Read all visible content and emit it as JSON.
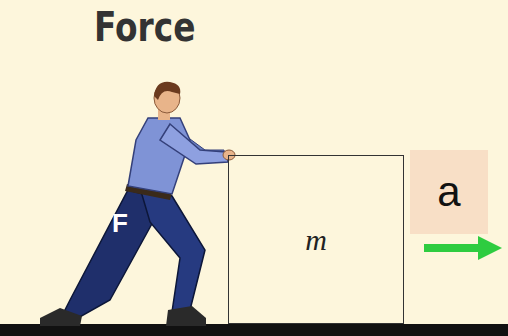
{
  "diagram": {
    "title": "Force",
    "nodes": [
      {
        "text": [
          "m"
        ]
      },
      {
        "text": [
          "a"
        ]
      }
    ],
    "labels": [
      "F"
    ]
  }
}
